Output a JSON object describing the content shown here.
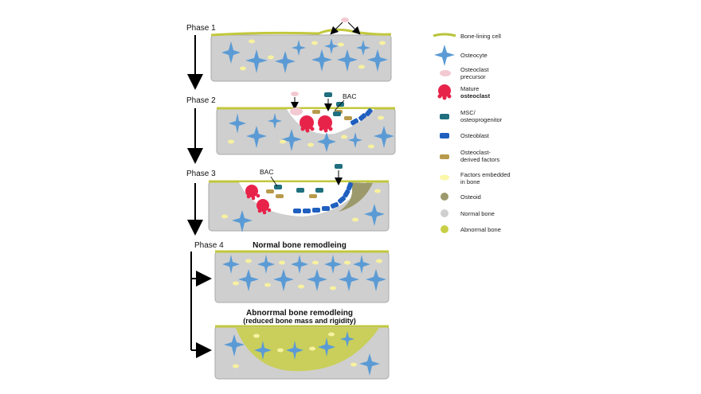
{
  "phases": [
    {
      "label": "Phase 1"
    },
    {
      "label": "Phase 2",
      "bac_label": "BAC"
    },
    {
      "label": "Phase 3",
      "bac_label": "BAC"
    },
    {
      "label": "Phase 4",
      "normal_title": "Normal bone remodleing",
      "abnormal_title_line1": "Abnorrmal bone remodleing",
      "abnormal_title_line2": "(reduced bone mass and rigidity)"
    }
  ],
  "legend": [
    {
      "key": "bone_lining_cell",
      "lines": [
        "Bone-lining cell"
      ],
      "color": "#b9c43a"
    },
    {
      "key": "osteocyte",
      "lines": [
        "Osteocyte"
      ],
      "color": "#5b9bd5"
    },
    {
      "key": "osteoclast_precursor",
      "lines": [
        "Osteoclast",
        "precursor"
      ],
      "color": "#f3c9d2"
    },
    {
      "key": "mature_osteoclast",
      "lines": [
        "Mature",
        "osteoclast"
      ],
      "color": "#e8234a"
    },
    {
      "key": "msc_osteoprogenitor",
      "lines": [
        "MSC/",
        "osteoprogenitor"
      ],
      "color": "#1f6f7e"
    },
    {
      "key": "osteoblast",
      "lines": [
        "Osteoblast"
      ],
      "color": "#1f5fbf"
    },
    {
      "key": "osteoclast_derived_factors",
      "lines": [
        "Osteoclast-",
        "derived factors"
      ],
      "color": "#b79a4a"
    },
    {
      "key": "factors_embedded",
      "lines": [
        "Factors embedded",
        "in bone"
      ],
      "color": "#fbf7a8"
    },
    {
      "key": "osteoid",
      "lines": [
        "Osteoid"
      ],
      "color": "#9c9a6c"
    },
    {
      "key": "normal_bone",
      "lines": [
        "Normal bone"
      ],
      "color": "#cfcfcf"
    },
    {
      "key": "abnormal_bone",
      "lines": [
        "Abnormal bone"
      ],
      "color": "#c8cf45"
    }
  ],
  "colors": {
    "bone": "#cfcfcf",
    "bone_edge": "#a9a9a9",
    "lining": "#c2c83c",
    "osteocyte": "#5b9bd5",
    "factor": "#f7f1a0",
    "osteoclast": "#e8234a",
    "precursor": "#f3c9d2",
    "msc": "#1f6f7e",
    "osteoblast": "#1f5fbf",
    "osteoclast_factor": "#b79a4a",
    "osteoid": "#9c9a6c",
    "abnormal": "#c8cf45",
    "resorption": "#ffffff"
  }
}
